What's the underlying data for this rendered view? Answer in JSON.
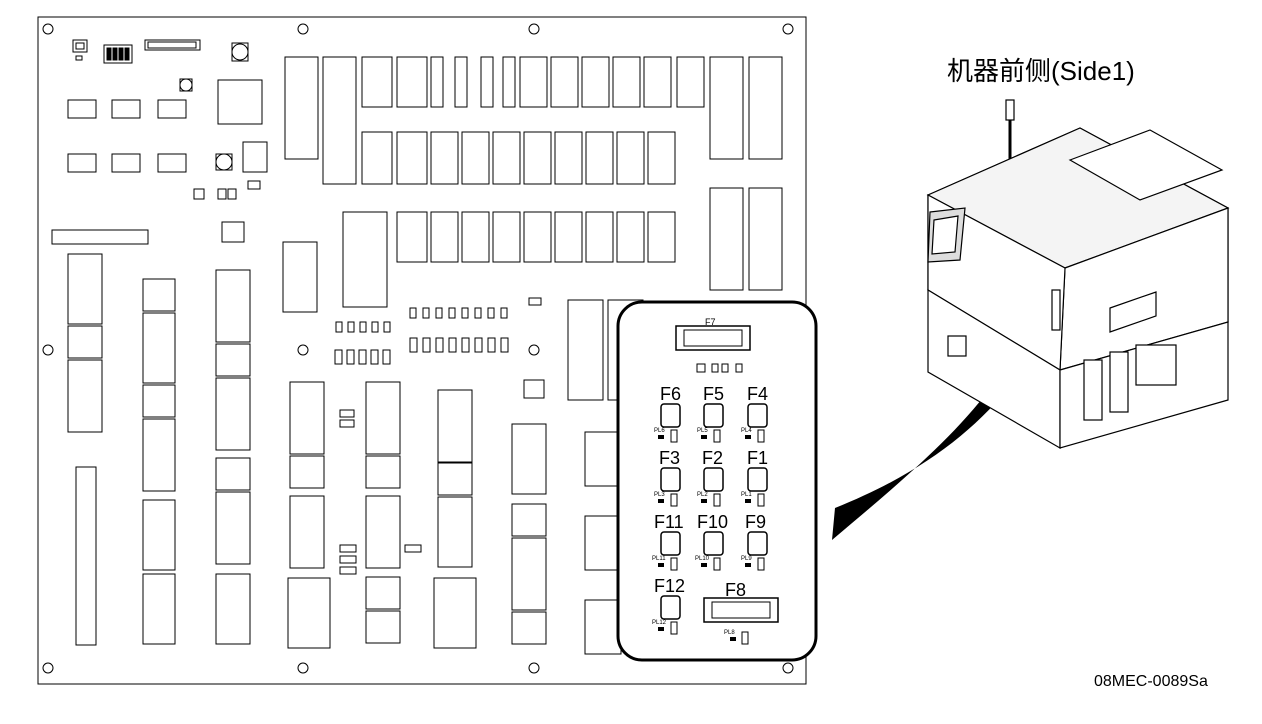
{
  "machine_label": "机器前侧(Side1)",
  "figure_code": "08MEC-0089Sa",
  "fuses": {
    "F1": "F1",
    "F2": "F2",
    "F3": "F3",
    "F4": "F4",
    "F5": "F5",
    "F6": "F6",
    "F7": "F7",
    "F8": "F8",
    "F9": "F9",
    "F10": "F10",
    "F11": "F11",
    "F12": "F12"
  },
  "lamps": {
    "PL1": "PL1",
    "PL2": "PL2",
    "PL3": "PL3",
    "PL4": "PL4",
    "PL5": "PL5",
    "PL6": "PL6",
    "PL8": "PL8",
    "PL9": "PL9",
    "PL10": "PL10",
    "PL11": "PL11",
    "PL12": "PL12"
  },
  "colors": {
    "line": "#000000",
    "background": "#ffffff",
    "fill_light": "#e6e6e6"
  }
}
